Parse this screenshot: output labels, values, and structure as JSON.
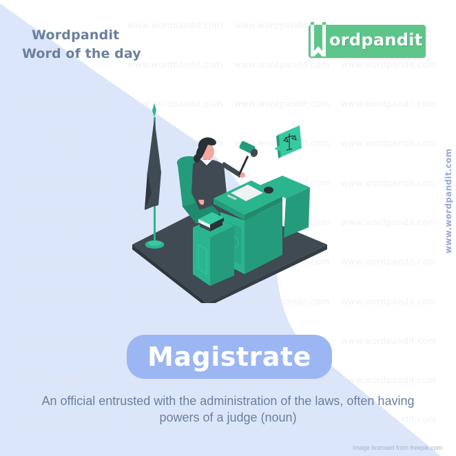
{
  "brand": {
    "title": "Wordpandit",
    "subtitle": "Word of the day",
    "logo_text": "ordpandit",
    "logo_letter": "W",
    "side_url": "www.wordpandit.com"
  },
  "watermark": {
    "text": "www.wordpandit.com"
  },
  "word": {
    "term": "Magistrate",
    "definition_line1": "An official entrusted with the administration  of the laws, often having",
    "definition_line2": "powers of a judge (noun)"
  },
  "credit": "Image licensed from freepik.com",
  "illustration": {
    "description": "judge-at-bench",
    "elements": [
      "flag",
      "judge",
      "gavel",
      "desk",
      "books",
      "scales-speech-bubble"
    ]
  },
  "colors": {
    "background": "#ffffff",
    "blue_shape": "#dce6fa",
    "pill": "#9bb6f2",
    "text_gray_blue": "#6b7f9e",
    "logo_green": "#5ec58a",
    "teal": "#2bb58f",
    "dark_slate": "#3f4a52",
    "side_url": "#9aa8d8"
  }
}
